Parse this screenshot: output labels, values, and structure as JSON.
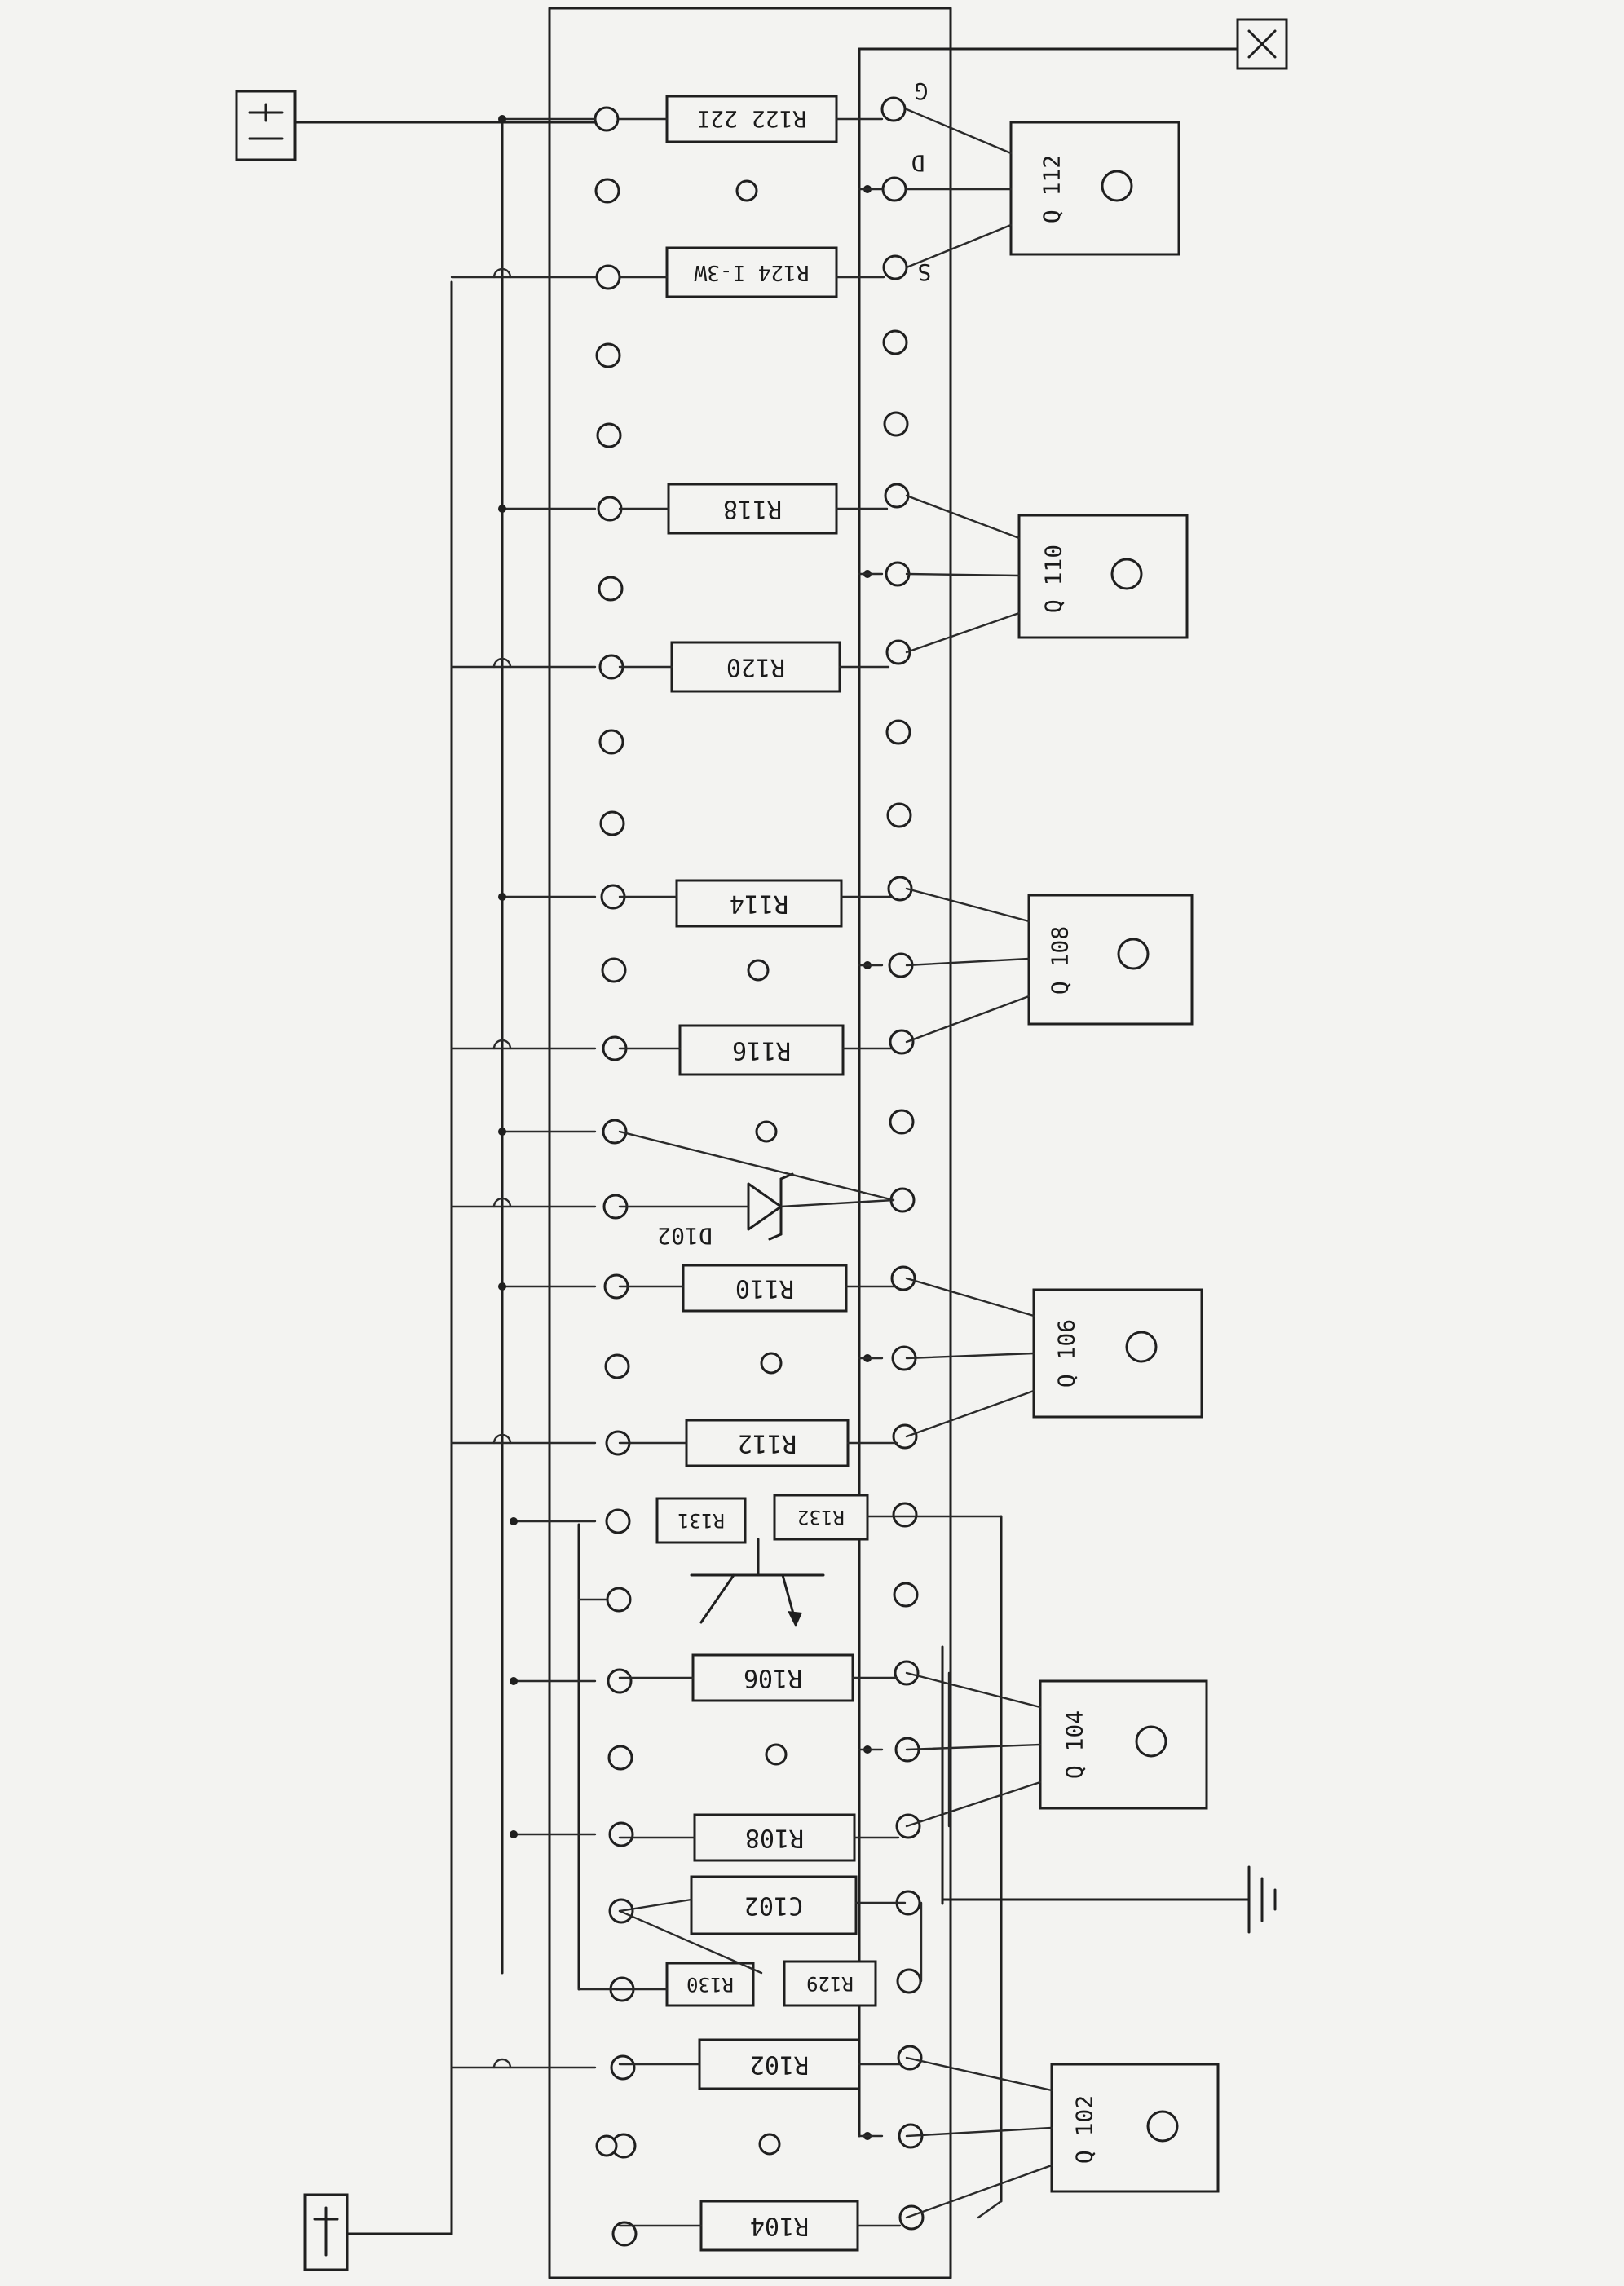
{
  "terminals": {
    "positive": "+V",
    "negative": "-V",
    "output": "X"
  },
  "transistor_labels": {
    "q112": "Q 112",
    "q110": "Q 110",
    "q108": "Q 108",
    "q106": "Q 106",
    "q104": "Q 104",
    "q102": "Q 102"
  },
  "pin_labels": {
    "g": "G",
    "d": "D",
    "s": "S"
  },
  "resistor_labels": {
    "r122": "R122 22I",
    "r124": "R124 I-3W",
    "r118": "R118",
    "r120": "R120",
    "r114": "R114",
    "r116": "R116",
    "r110": "R110",
    "r112": "R112",
    "r131": "R131",
    "r132": "R132",
    "r106": "R106",
    "r108": "R108",
    "c102": "C102",
    "r130": "R130",
    "r129": "R129",
    "r102": "R102",
    "r104": "R104"
  },
  "diode_label": "D102"
}
